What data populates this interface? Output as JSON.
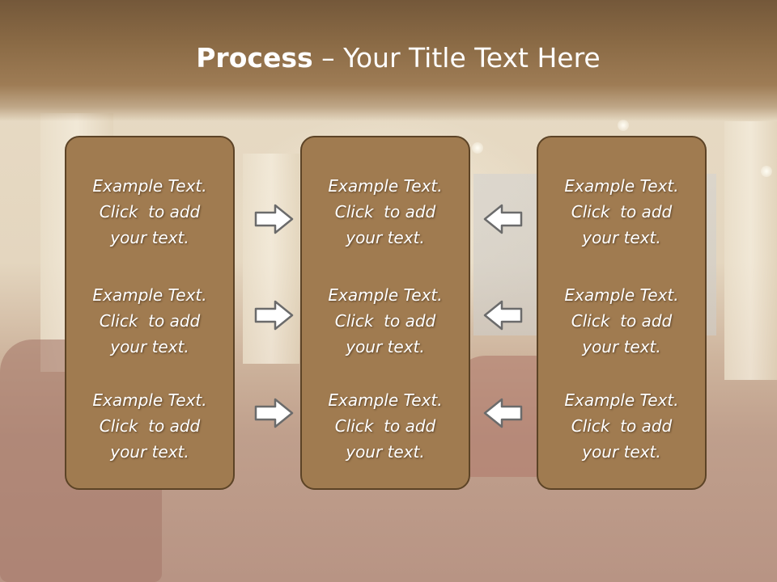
{
  "slide": {
    "title_bold": "Process",
    "title_rest": " – Your Title Text Here"
  },
  "columns": [
    {
      "items": [
        {
          "line1": "Example Text.",
          "line2": "Click  to add",
          "line3": "your text."
        },
        {
          "line1": "Example Text.",
          "line2": "Click  to add",
          "line3": "your text."
        },
        {
          "line1": "Example Text.",
          "line2": "Click  to add",
          "line3": "your text."
        }
      ]
    },
    {
      "items": [
        {
          "line1": "Example Text.",
          "line2": "Click  to add",
          "line3": "your text."
        },
        {
          "line1": "Example Text.",
          "line2": "Click  to add",
          "line3": "your text."
        },
        {
          "line1": "Example Text.",
          "line2": "Click  to add",
          "line3": "your text."
        }
      ]
    },
    {
      "items": [
        {
          "line1": "Example Text.",
          "line2": "Click  to add",
          "line3": "your text."
        },
        {
          "line1": "Example Text.",
          "line2": "Click  to add",
          "line3": "your text."
        },
        {
          "line1": "Example Text.",
          "line2": "Click  to add",
          "line3": "your text."
        }
      ]
    }
  ],
  "icons": {
    "left_arrows": "right-arrow-icon",
    "right_arrows": "left-arrow-icon"
  },
  "colors": {
    "box_fill": "#a07b50",
    "box_border": "#5c4326",
    "header": "#8a6a45",
    "text": "#ffffff"
  }
}
